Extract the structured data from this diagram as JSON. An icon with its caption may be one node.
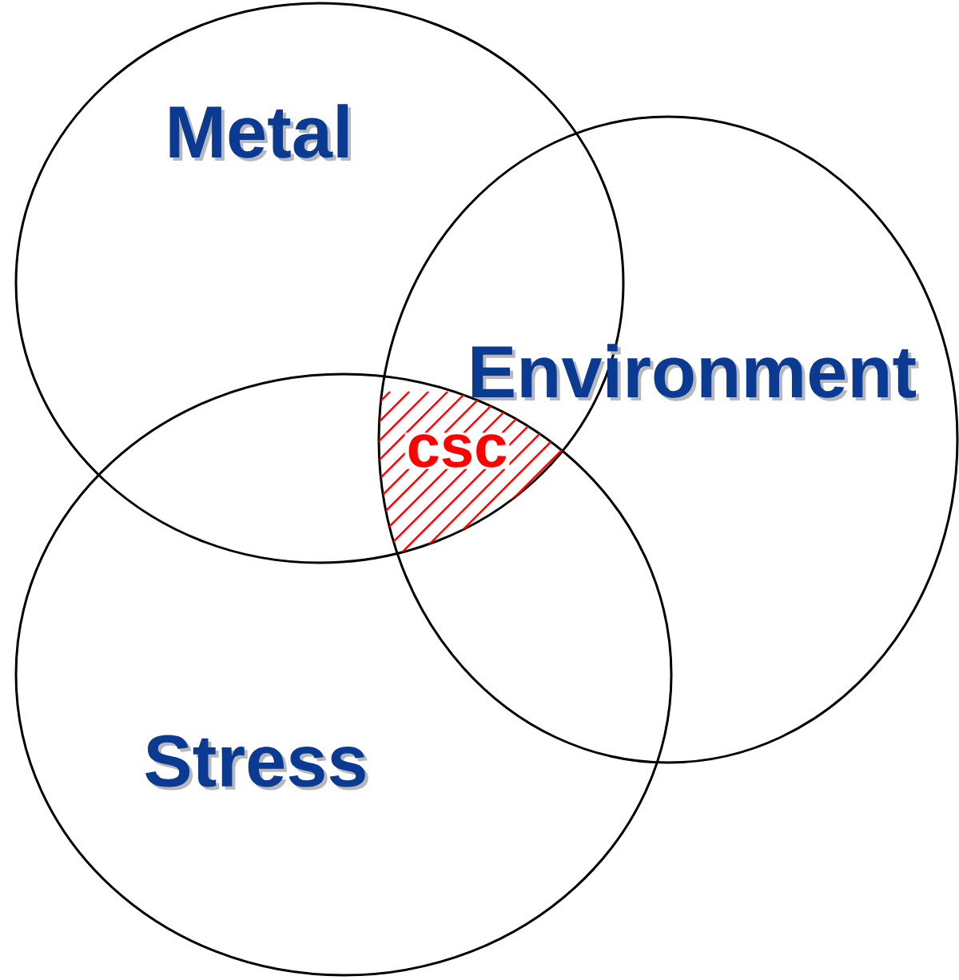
{
  "diagram": {
    "nodes": [
      {
        "text": [
          "Metal"
        ]
      },
      {
        "text": [
          "Environment"
        ]
      },
      {
        "text": [
          "Stress"
        ]
      },
      {
        "text": [
          "csc"
        ]
      }
    ]
  }
}
